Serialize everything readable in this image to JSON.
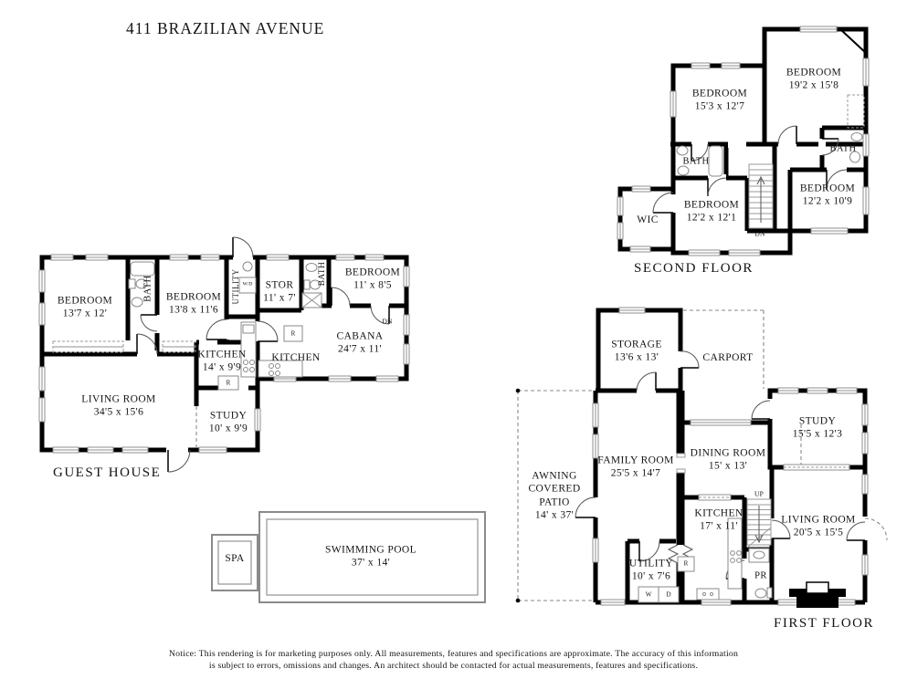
{
  "title": "411 BRAZILIAN AVENUE",
  "colors": {
    "wall": "#000000",
    "window": "#8f8f8f",
    "pool_border": "#8a8a8a",
    "text": "#141414"
  },
  "symbols": {
    "fridge": "R",
    "washer": "W",
    "dryer": "D",
    "washer_dryer": "W/D",
    "stairs_up": "UP",
    "stairs_down": "DN"
  },
  "second_floor": {
    "label": "SECOND FLOOR",
    "bedroom_big": {
      "name": "BEDROOM",
      "dims": "19'2 x 15'8"
    },
    "bedroom_153": {
      "name": "BEDROOM",
      "dims": "15'3 x 12'7"
    },
    "bath_left": {
      "name": "BATH"
    },
    "bath_right": {
      "name": "BATH"
    },
    "bedroom_1221": {
      "name": "BEDROOM",
      "dims": "12'2 x 12'1"
    },
    "bedroom_1209": {
      "name": "BEDROOM",
      "dims": "12'2 x 10'9"
    },
    "wic": {
      "name": "WIC"
    }
  },
  "guest_house": {
    "label": "GUEST HOUSE",
    "bedroom1": {
      "name": "BEDROOM",
      "dims": "13'7 x 12'"
    },
    "bath1": {
      "name": "BATH"
    },
    "bedroom2": {
      "name": "BEDROOM",
      "dims": "13'8 x 11'6"
    },
    "utility": {
      "name": "UTILITY"
    },
    "stor": {
      "name": "STOR",
      "dims": "11' x 7'"
    },
    "bath2": {
      "name": "BATH"
    },
    "bedroom3": {
      "name": "BEDROOM",
      "dims": "11' x 8'5"
    },
    "kitchen1": {
      "name": "KITCHEN",
      "dims": "14' x 9'9"
    },
    "kitchen2": {
      "name": "KITCHEN"
    },
    "cabana": {
      "name": "CABANA",
      "dims": "24'7 x 11'"
    },
    "living": {
      "name": "LIVING ROOM",
      "dims": "34'5 x 15'6"
    },
    "study": {
      "name": "STUDY",
      "dims": "10' x 9'9"
    }
  },
  "first_floor": {
    "label": "FIRST FLOOR",
    "storage": {
      "name": "STORAGE",
      "dims": "13'6 x 13'"
    },
    "carport": {
      "name": "CARPORT"
    },
    "study": {
      "name": "STUDY",
      "dims": "15'5 x 12'3"
    },
    "family": {
      "name": "FAMILY ROOM",
      "dims": "25'5 x 14'7"
    },
    "dining": {
      "name": "DINING ROOM",
      "dims": "15' x 13'"
    },
    "patio": {
      "name_line1": "AWNING",
      "name_line2": "COVERED",
      "name_line3": "PATIO",
      "dims": "14' x 37'"
    },
    "kitchen": {
      "name": "KITCHEN",
      "dims": "17' x 11'"
    },
    "living": {
      "name": "LIVING ROOM",
      "dims": "20'5 x 15'5"
    },
    "utility": {
      "name": "UTILITY",
      "dims": "10' x 7'6"
    },
    "pr": {
      "name": "PR"
    }
  },
  "pool": {
    "name": "SWIMMING POOL",
    "dims": "37' x 14'"
  },
  "spa": {
    "name": "SPA"
  },
  "notice": {
    "line1": "Notice: This rendering is for marketing purposes only. All measurements, features and specifications are approximate. The accuracy of this information",
    "line2": "is subject to errors, omissions and changes. An architect should be contacted for actual measurements, features and specifications."
  }
}
